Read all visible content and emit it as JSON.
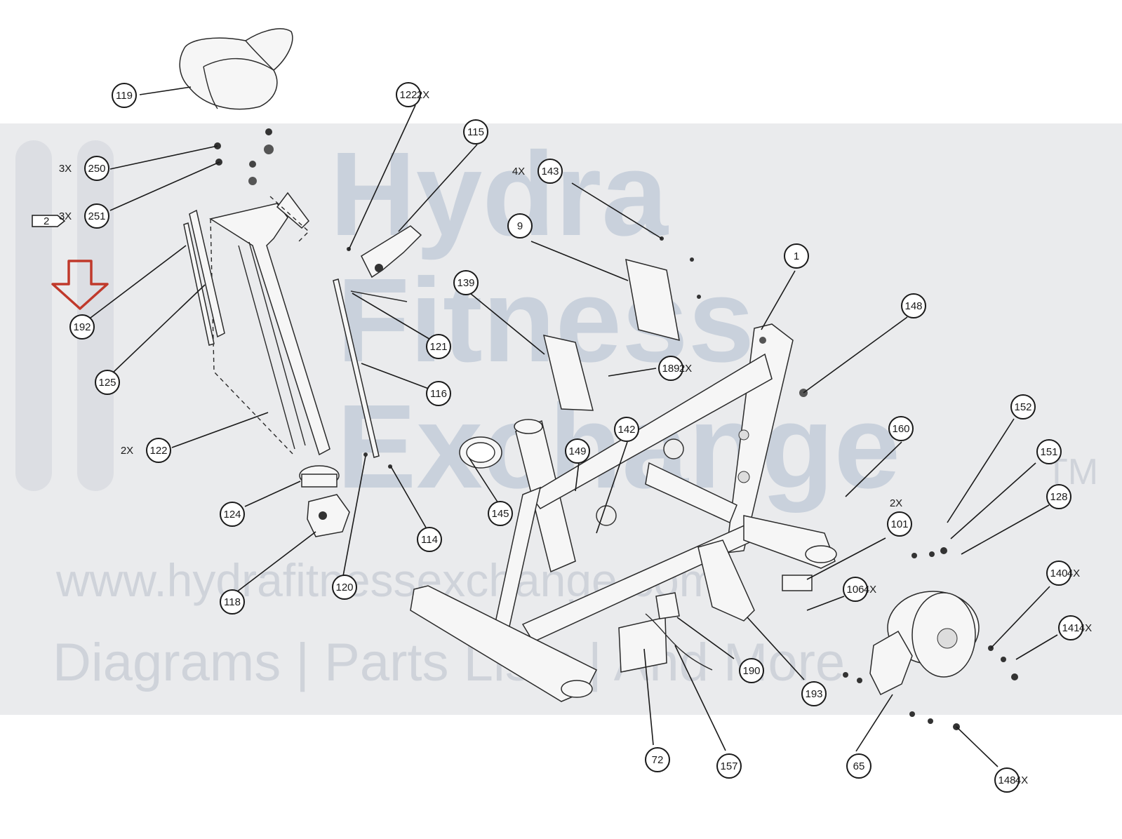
{
  "watermark": {
    "line1": "Hydra",
    "line2": "Fitness",
    "line3": "Exchange",
    "tm": "TM",
    "url": "www.hydrafitnessexchange.com",
    "tagline": "Diagrams | Parts Lists | And More"
  },
  "marker_tag": "2",
  "callouts": [
    {
      "id": "119",
      "label": "119",
      "qty": ""
    },
    {
      "id": "122a",
      "label": "122",
      "qty": "2X"
    },
    {
      "id": "115",
      "label": "115",
      "qty": ""
    },
    {
      "id": "250",
      "label": "250",
      "qty": "3X"
    },
    {
      "id": "251",
      "label": "251",
      "qty": "3X"
    },
    {
      "id": "143",
      "label": "143",
      "qty": "4X"
    },
    {
      "id": "9",
      "label": "9",
      "qty": ""
    },
    {
      "id": "1",
      "label": "1",
      "qty": ""
    },
    {
      "id": "139",
      "label": "139",
      "qty": ""
    },
    {
      "id": "192",
      "label": "192",
      "qty": ""
    },
    {
      "id": "148a",
      "label": "148",
      "qty": ""
    },
    {
      "id": "121",
      "label": "121",
      "qty": ""
    },
    {
      "id": "189",
      "label": "189",
      "qty": "2X"
    },
    {
      "id": "125",
      "label": "125",
      "qty": ""
    },
    {
      "id": "116",
      "label": "116",
      "qty": ""
    },
    {
      "id": "152",
      "label": "152",
      "qty": ""
    },
    {
      "id": "160",
      "label": "160",
      "qty": ""
    },
    {
      "id": "142",
      "label": "142",
      "qty": ""
    },
    {
      "id": "149",
      "label": "149",
      "qty": ""
    },
    {
      "id": "122b",
      "label": "122",
      "qty": "2X"
    },
    {
      "id": "151",
      "label": "151",
      "qty": ""
    },
    {
      "id": "128",
      "label": "128",
      "qty": ""
    },
    {
      "id": "145",
      "label": "145",
      "qty": ""
    },
    {
      "id": "124",
      "label": "124",
      "qty": ""
    },
    {
      "id": "101",
      "label": "101",
      "qty": "2X"
    },
    {
      "id": "114",
      "label": "114",
      "qty": ""
    },
    {
      "id": "140",
      "label": "140",
      "qty": "4X"
    },
    {
      "id": "106",
      "label": "106",
      "qty": "4X"
    },
    {
      "id": "120",
      "label": "120",
      "qty": ""
    },
    {
      "id": "118",
      "label": "118",
      "qty": ""
    },
    {
      "id": "141",
      "label": "141",
      "qty": "4X"
    },
    {
      "id": "190",
      "label": "190",
      "qty": ""
    },
    {
      "id": "193",
      "label": "193",
      "qty": ""
    },
    {
      "id": "72",
      "label": "72",
      "qty": ""
    },
    {
      "id": "157",
      "label": "157",
      "qty": ""
    },
    {
      "id": "65",
      "label": "65",
      "qty": ""
    },
    {
      "id": "148b",
      "label": "148",
      "qty": "4X"
    }
  ],
  "highlight": {
    "target": "192",
    "color": "#c0392b"
  }
}
